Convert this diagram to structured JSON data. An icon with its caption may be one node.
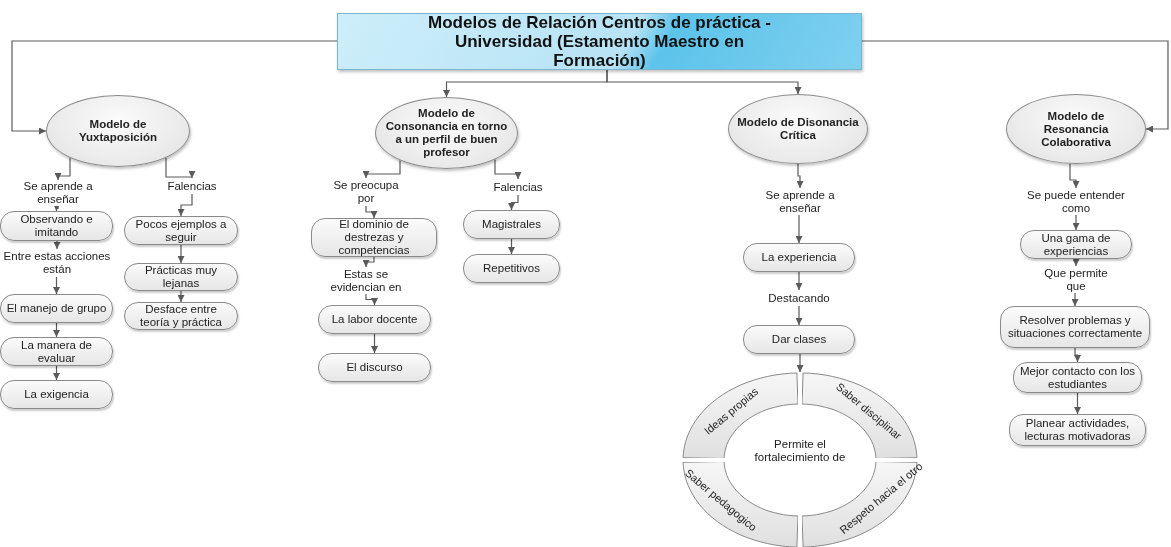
{
  "diagram": {
    "nodes": [
      {
        "text": [
          "Modelos de Relación Centros de práctica - Universidad (Estamento Maestro en Formación)"
        ]
      },
      {
        "text": [
          "Modelo de Yuxtaposición"
        ]
      },
      {
        "text": [
          "Modelo de Consonancia en torno a un perfil de buen profesor"
        ]
      },
      {
        "text": [
          "Modelo de Disonancia Crítica"
        ]
      },
      {
        "text": [
          "Modelo de Resonancia Colaborativa"
        ]
      },
      {
        "text": [
          "Se aprende a enseñar"
        ]
      },
      {
        "text": [
          "Observando e imitando"
        ]
      },
      {
        "text": [
          "Entre estas acciones están"
        ]
      },
      {
        "text": [
          "El manejo de grupo"
        ]
      },
      {
        "text": [
          "La manera de evaluar"
        ]
      },
      {
        "text": [
          "La exigencia"
        ]
      },
      {
        "text": [
          "Falencias"
        ]
      },
      {
        "text": [
          "Pocos ejemplos a seguir"
        ]
      },
      {
        "text": [
          "Prácticas muy lejanas"
        ]
      },
      {
        "text": [
          "Desface entre teoría y práctica"
        ]
      },
      {
        "text": [
          "Se preocupa por"
        ]
      },
      {
        "text": [
          "El dominio de destrezas y competencias"
        ]
      },
      {
        "text": [
          "Estas se evidencian en"
        ]
      },
      {
        "text": [
          "La labor docente"
        ]
      },
      {
        "text": [
          "El discurso"
        ]
      },
      {
        "text": [
          "Falencias"
        ]
      },
      {
        "text": [
          "Magistrales"
        ]
      },
      {
        "text": [
          "Repetitivos"
        ]
      },
      {
        "text": [
          "Se aprende a enseñar"
        ]
      },
      {
        "text": [
          "La experiencia"
        ]
      },
      {
        "text": [
          "Destacando"
        ]
      },
      {
        "text": [
          "Dar clases"
        ]
      },
      {
        "text": [
          "Permite el fortalecimiento de"
        ]
      },
      {
        "text": [
          "Ideas propias"
        ],
        "in": 27
      },
      {
        "text": [
          "Saber disciplinar"
        ],
        "in": 27
      },
      {
        "text": [
          "Saber pedagogico"
        ],
        "in": 27
      },
      {
        "text": [
          "Respeto hacia el otro"
        ],
        "in": 27
      },
      {
        "text": [
          "Se puede entender como"
        ]
      },
      {
        "text": [
          "Una gama de experiencias"
        ]
      },
      {
        "text": [
          "Que permite que"
        ]
      },
      {
        "text": [
          "Resolver problemas y situaciones correctamente"
        ]
      },
      {
        "text": [
          "Mejor contacto con los estudiantes"
        ]
      },
      {
        "text": [
          "Planear actividades, lecturas motivadoras"
        ]
      }
    ],
    "edges": [
      {
        "from": 0,
        "to": 1,
        "arrow": "to"
      },
      {
        "from": 0,
        "to": 2,
        "arrow": "to"
      },
      {
        "from": 0,
        "to": 3,
        "arrow": "to"
      },
      {
        "from": 0,
        "to": 4,
        "arrow": "to"
      },
      {
        "from": 1,
        "to": 5,
        "arrow": "to"
      },
      {
        "from": 5,
        "to": 6,
        "arrow": "to"
      },
      {
        "from": 6,
        "to": 7,
        "arrow": "to"
      },
      {
        "from": 7,
        "to": 8,
        "arrow": "to"
      },
      {
        "from": 8,
        "to": 9,
        "arrow": "to"
      },
      {
        "from": 9,
        "to": 10,
        "arrow": "to"
      },
      {
        "from": 1,
        "to": 11,
        "arrow": "to"
      },
      {
        "from": 11,
        "to": 12,
        "arrow": "to"
      },
      {
        "from": 12,
        "to": 13,
        "arrow": "to"
      },
      {
        "from": 13,
        "to": 14,
        "arrow": "to"
      },
      {
        "from": 2,
        "to": 15,
        "arrow": "to"
      },
      {
        "from": 15,
        "to": 16,
        "arrow": "to"
      },
      {
        "from": 16,
        "to": 17,
        "arrow": "to"
      },
      {
        "from": 17,
        "to": 18,
        "arrow": "to"
      },
      {
        "from": 18,
        "to": 19,
        "arrow": "to"
      },
      {
        "from": 2,
        "to": 20,
        "arrow": "to"
      },
      {
        "from": 20,
        "to": 21,
        "arrow": "to"
      },
      {
        "from": 21,
        "to": 22,
        "arrow": "to"
      },
      {
        "from": 3,
        "to": 23,
        "arrow": "to"
      },
      {
        "from": 23,
        "to": 24,
        "arrow": "to"
      },
      {
        "from": 24,
        "to": 25,
        "arrow": "to"
      },
      {
        "from": 25,
        "to": 26,
        "arrow": "to"
      },
      {
        "from": 26,
        "to": 27,
        "arrow": "to"
      },
      {
        "from": 4,
        "to": 32,
        "arrow": "to"
      },
      {
        "from": 32,
        "to": 33,
        "arrow": "to"
      },
      {
        "from": 33,
        "to": 34,
        "arrow": "to"
      },
      {
        "from": 34,
        "to": 35,
        "arrow": "to"
      },
      {
        "from": 35,
        "to": 36,
        "arrow": "to"
      },
      {
        "from": 36,
        "to": 37,
        "arrow": "to"
      }
    ]
  }
}
